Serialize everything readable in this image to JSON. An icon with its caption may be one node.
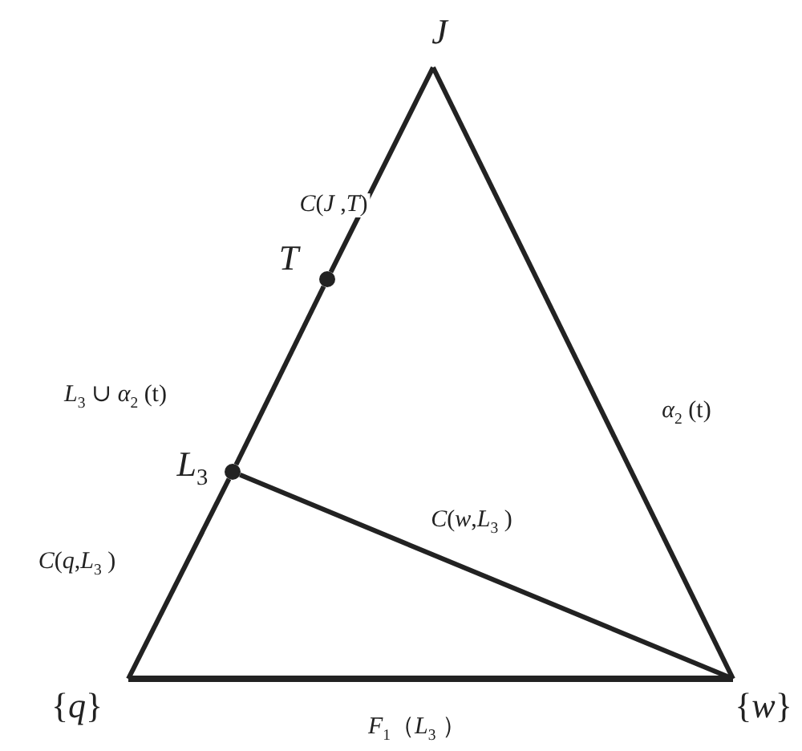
{
  "diagram": {
    "nodes": [
      {
        "text": [
          "*J*"
        ]
      },
      {
        "text": [
          "*T*"
        ]
      },
      {
        "text": [
          "*L*$_{3}$"
        ]
      },
      {
        "text": [
          "{*q*}"
        ]
      },
      {
        "text": [
          "{*w*}"
        ]
      }
    ],
    "edges": [
      {
        "from": 0,
        "to": 1,
        "arrow": "none",
        "label": "*C*(*J* ,*T*)"
      },
      {
        "from": 1,
        "to": 2,
        "arrow": "none",
        "label": "*L*$_{3}$ ∪ *α*$_{2}$ (t)"
      },
      {
        "from": 2,
        "to": 3,
        "arrow": "none",
        "label": "*C*(*q*,*L*$_{3}$ )"
      },
      {
        "from": 0,
        "to": 4,
        "arrow": "none",
        "label": "*α*$_{2}$ (t)"
      },
      {
        "from": 2,
        "to": 4,
        "arrow": "none",
        "label": "*C*(*w*,*L*$_{3}$ )"
      },
      {
        "from": 3,
        "to": 4,
        "arrow": "none",
        "label": "*F*$_{1}$（*L*$_{3}$ ）"
      }
    ]
  }
}
